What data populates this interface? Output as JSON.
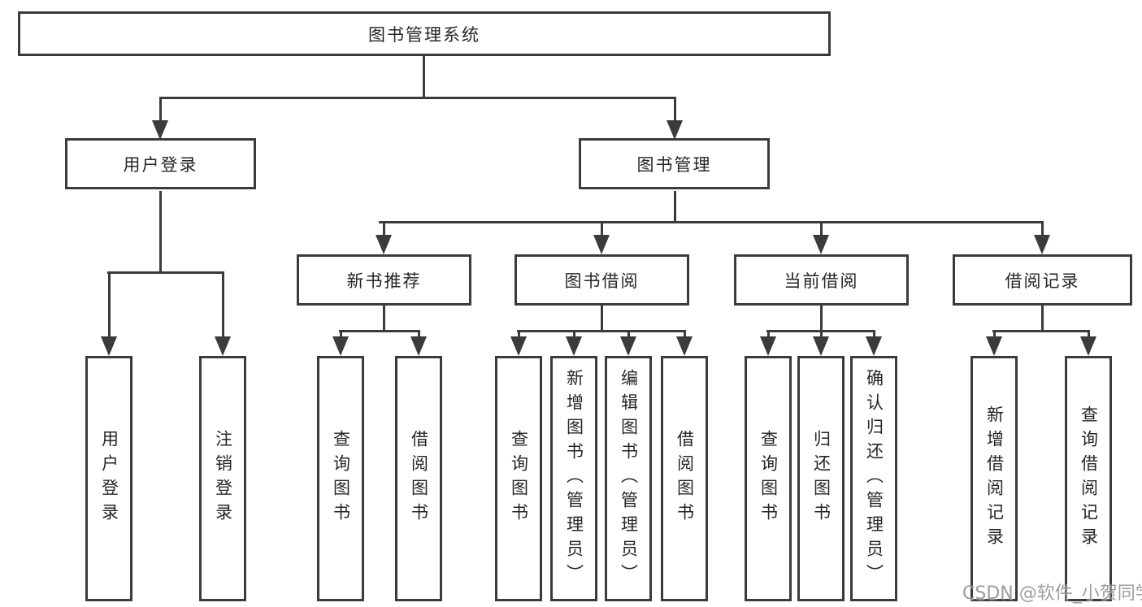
{
  "diagram": {
    "tree": {
      "label": "图书管理系统",
      "children": [
        {
          "label": "用户登录",
          "children": [
            {
              "label": "用户登录"
            },
            {
              "label": "注销登录"
            }
          ]
        },
        {
          "label": "图书管理",
          "children": [
            {
              "label": "新书推荐",
              "children": [
                {
                  "label": "查询图书"
                },
                {
                  "label": "借阅图书"
                }
              ]
            },
            {
              "label": "图书借阅",
              "children": [
                {
                  "label": "查询图书"
                },
                {
                  "label": "新增图书（管理员）"
                },
                {
                  "label": "编辑图书（管理员）"
                },
                {
                  "label": "借阅图书"
                }
              ]
            },
            {
              "label": "当前借阅",
              "children": [
                {
                  "label": "查询图书"
                },
                {
                  "label": "归还图书"
                },
                {
                  "label": "确认归还（管理员）"
                }
              ]
            },
            {
              "label": "借阅记录",
              "children": [
                {
                  "label": "新增借阅记录"
                },
                {
                  "label": "查询借阅记录"
                }
              ]
            }
          ]
        }
      ]
    }
  },
  "watermark": {
    "text": "CSDN @软件_小贺同学"
  },
  "colors": {
    "line": "#3b3b3b",
    "text": "#262626",
    "background": "#ffffff",
    "watermark": "#8c8c8c"
  }
}
